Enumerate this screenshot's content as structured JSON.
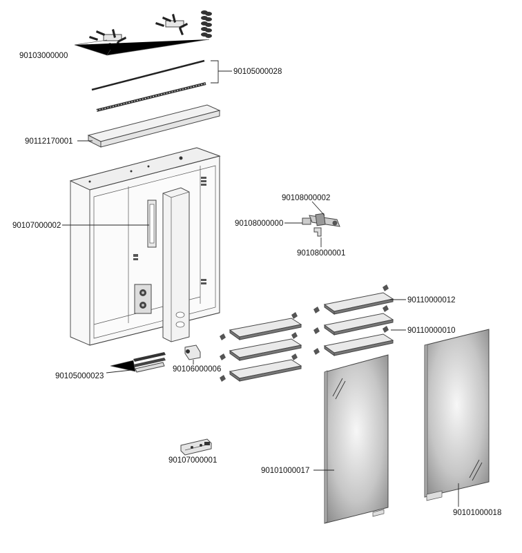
{
  "part_numbers": {
    "screw_set": "90103000000",
    "led_strip": "90105000028",
    "top_shelf": "90112170001",
    "light_unit": "90107000002",
    "hinge_clip": "90108000002",
    "hinge_base": "90108000000",
    "hinge_plate": "90108000001",
    "glass_shelf_upper": "90110000012",
    "glass_shelf_lower": "90110000010",
    "switch_profile": "90105000023",
    "socket_block": "90106000006",
    "power_supply": "90107000001",
    "mirror_door_left": "90101000017",
    "mirror_door_right": "90101000018"
  },
  "colors": {
    "line": "#222222",
    "panel_fill": "#f4f4f4",
    "shelf_fill": "#7d7d7d",
    "mirror_center": "#f5f5f5",
    "mirror_edge": "#8f8f8f"
  }
}
